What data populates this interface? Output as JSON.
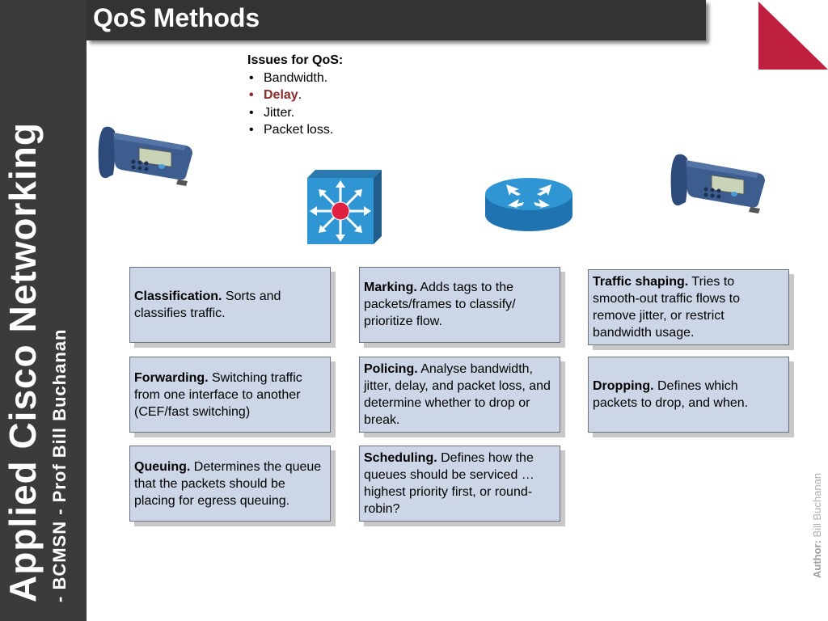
{
  "sidebar": {
    "title": "Applied Cisco Networking",
    "subtitle": "- BCMSN - Prof Bill Buchanan"
  },
  "header": {
    "title": "QoS Methods"
  },
  "issues": {
    "heading": "Issues for QoS:",
    "items": [
      {
        "text": "Bandwidth.",
        "highlight": false
      },
      {
        "text": "Delay",
        "highlight": true
      },
      {
        "text": "Jitter.",
        "highlight": false
      },
      {
        "text": "Packet loss.",
        "highlight": false
      }
    ],
    "highlight_color": "#8b2a2a"
  },
  "devices": {
    "left_phone": "ip-phone-icon",
    "switch": "multilayer-switch-icon",
    "router": "router-icon",
    "right_phone": "ip-phone-icon"
  },
  "methods": [
    {
      "name": "Classification.",
      "desc": " Sorts and classifies traffic."
    },
    {
      "name": "Marking.",
      "desc": " Adds tags to the packets/frames to classify/ prioritize flow."
    },
    {
      "name": "Traffic shaping.",
      "desc": " Tries to smooth-out traffic flows to remove jitter, or restrict bandwidth usage."
    },
    {
      "name": "Forwarding.",
      "desc": " Switching traffic from one interface to another (CEF/fast switching)"
    },
    {
      "name": "Policing.",
      "desc": " Analyse bandwidth, jitter, delay, and packet loss, and determine whether to drop or break."
    },
    {
      "name": "Dropping.",
      "desc": " Defines which packets to drop, and when."
    },
    {
      "name": "Queuing.",
      "desc": " Determines the queue that the packets should be placing for egress queuing."
    },
    {
      "name": "Scheduling.",
      "desc": " Defines how the queues should be serviced … highest priority first, or round-robin?"
    }
  ],
  "author": {
    "label": "Author:",
    "name": "Bill Buchanan"
  },
  "colors": {
    "box_fill": "#ccd6e6",
    "sidebar": "#3b3b3b",
    "corner": "#c0203f"
  }
}
